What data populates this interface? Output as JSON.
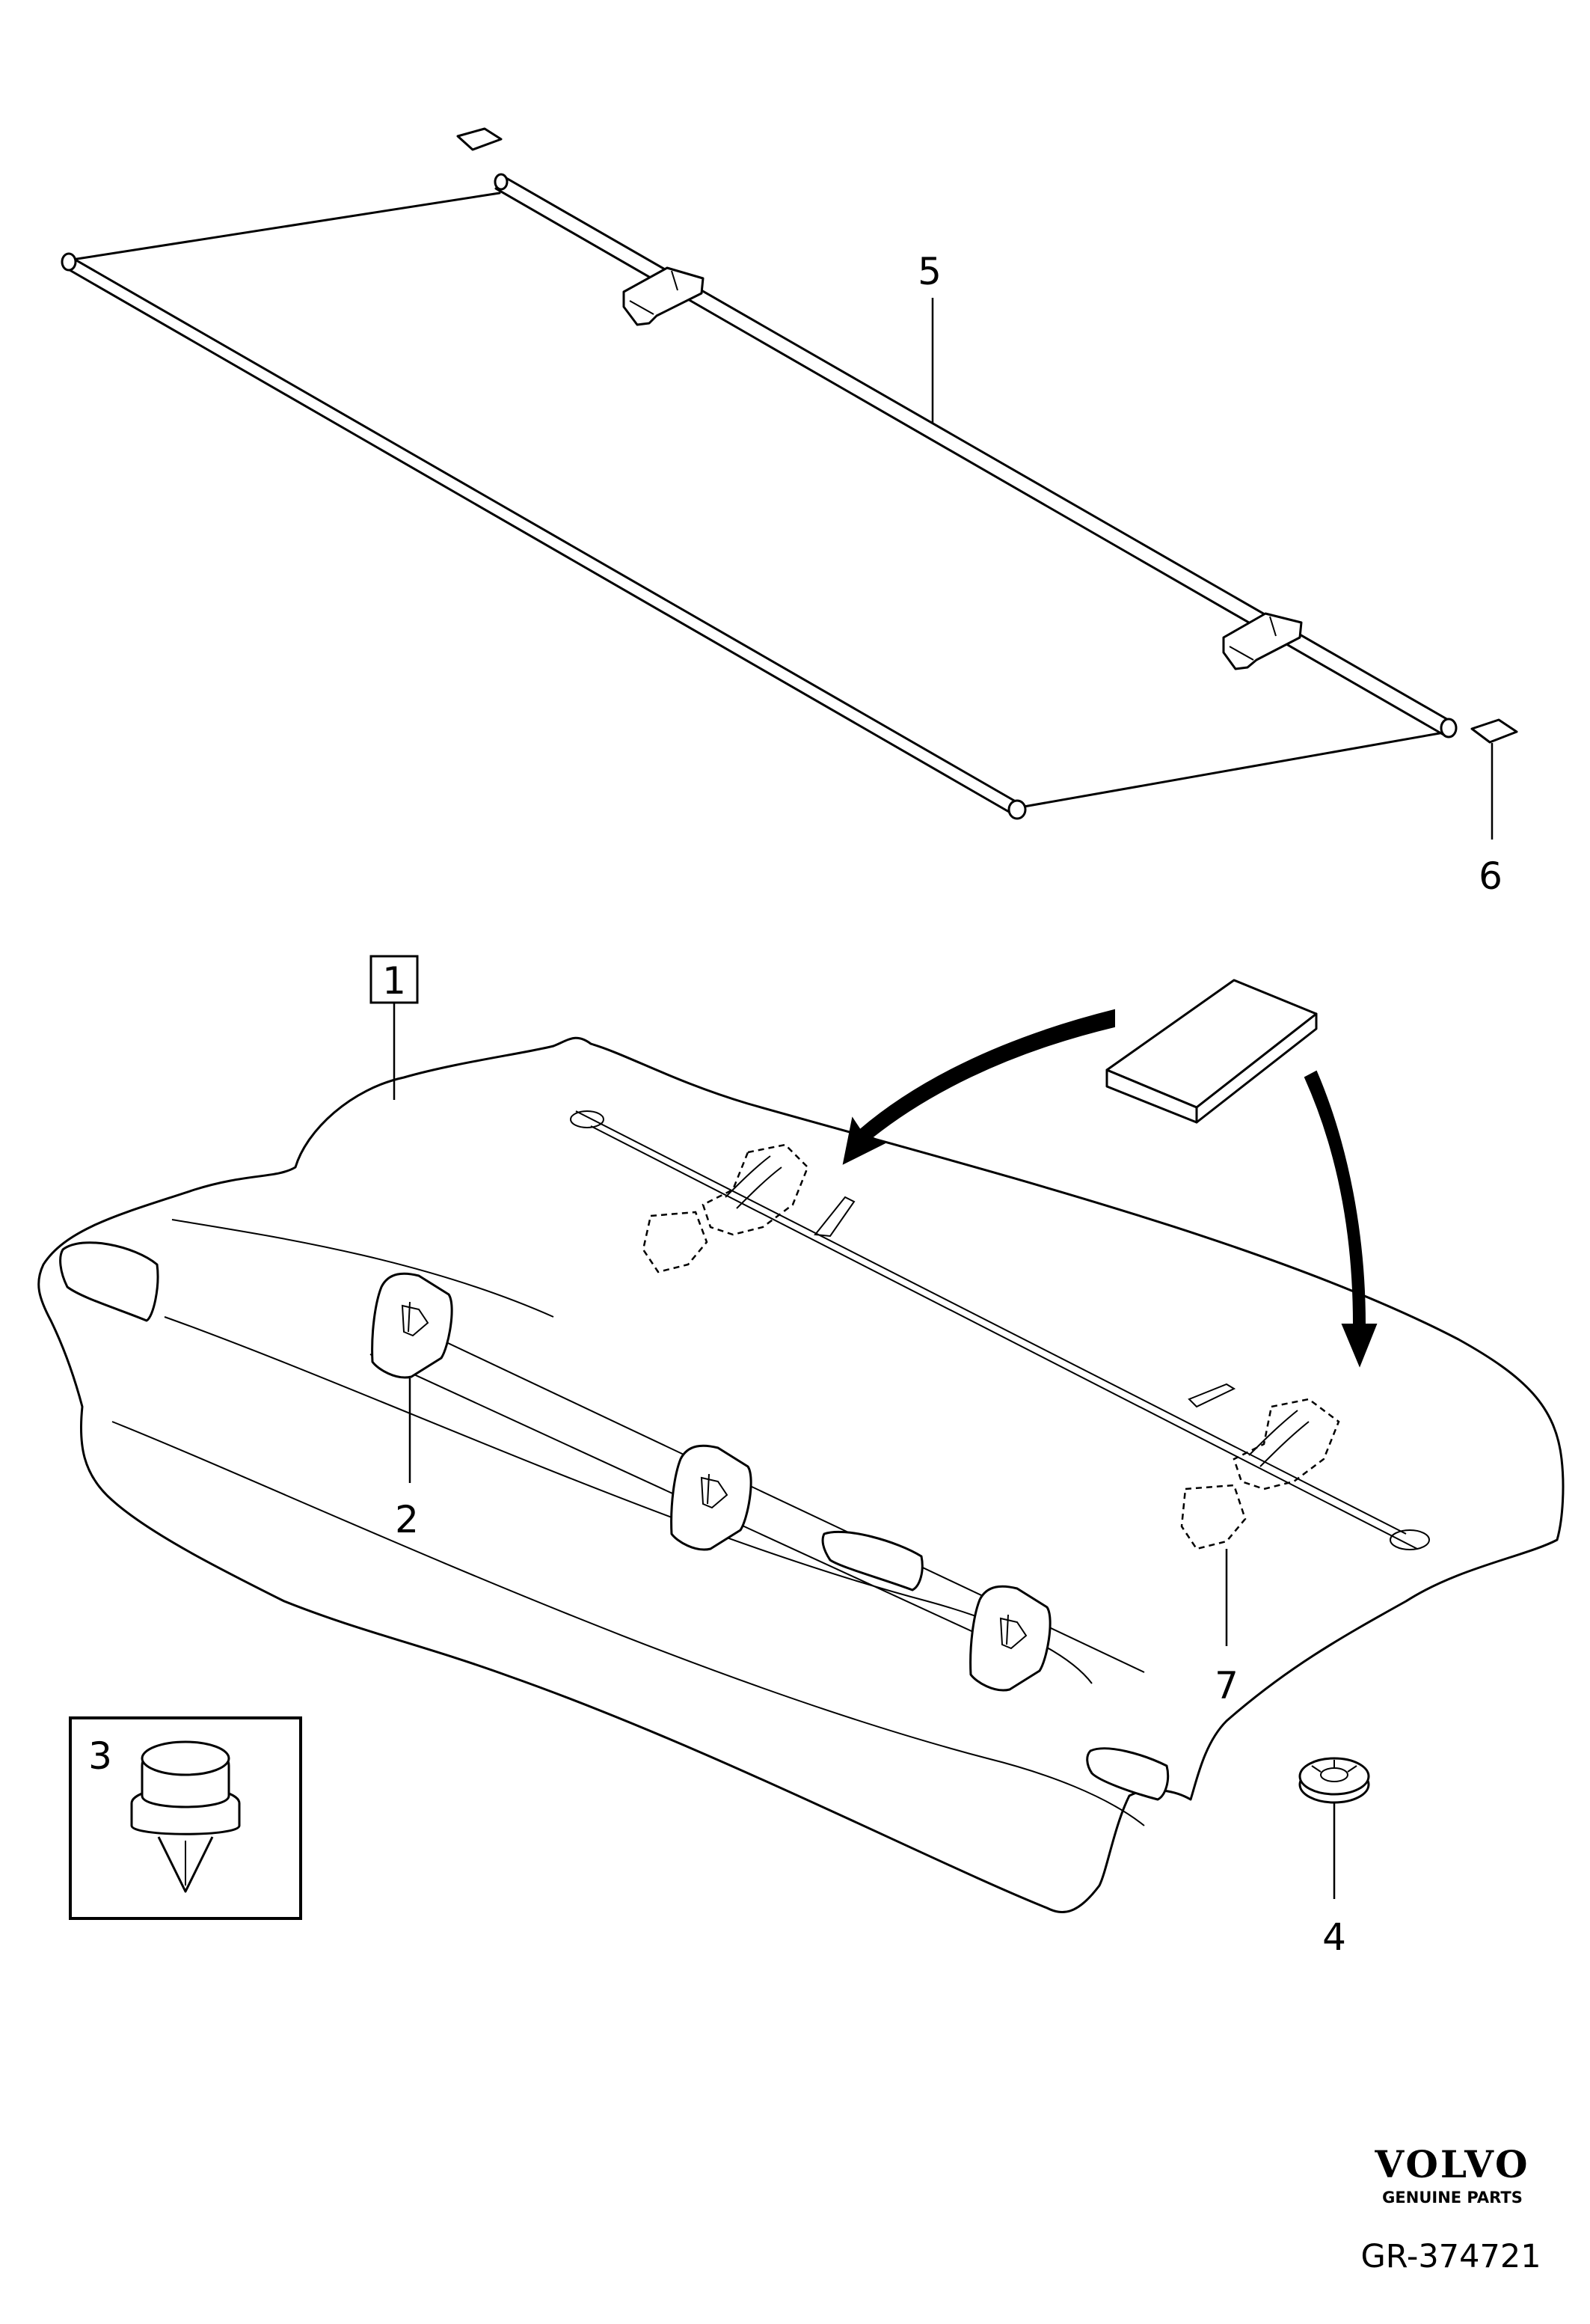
{
  "callouts": {
    "c1": "1",
    "c2": "2",
    "c3": "3",
    "c4": "4",
    "c5": "5",
    "c6": "6",
    "c7": "7"
  },
  "brand": {
    "logo": "VOLVO",
    "tagline": "GENUINE PARTS"
  },
  "reference": "GR-374721"
}
